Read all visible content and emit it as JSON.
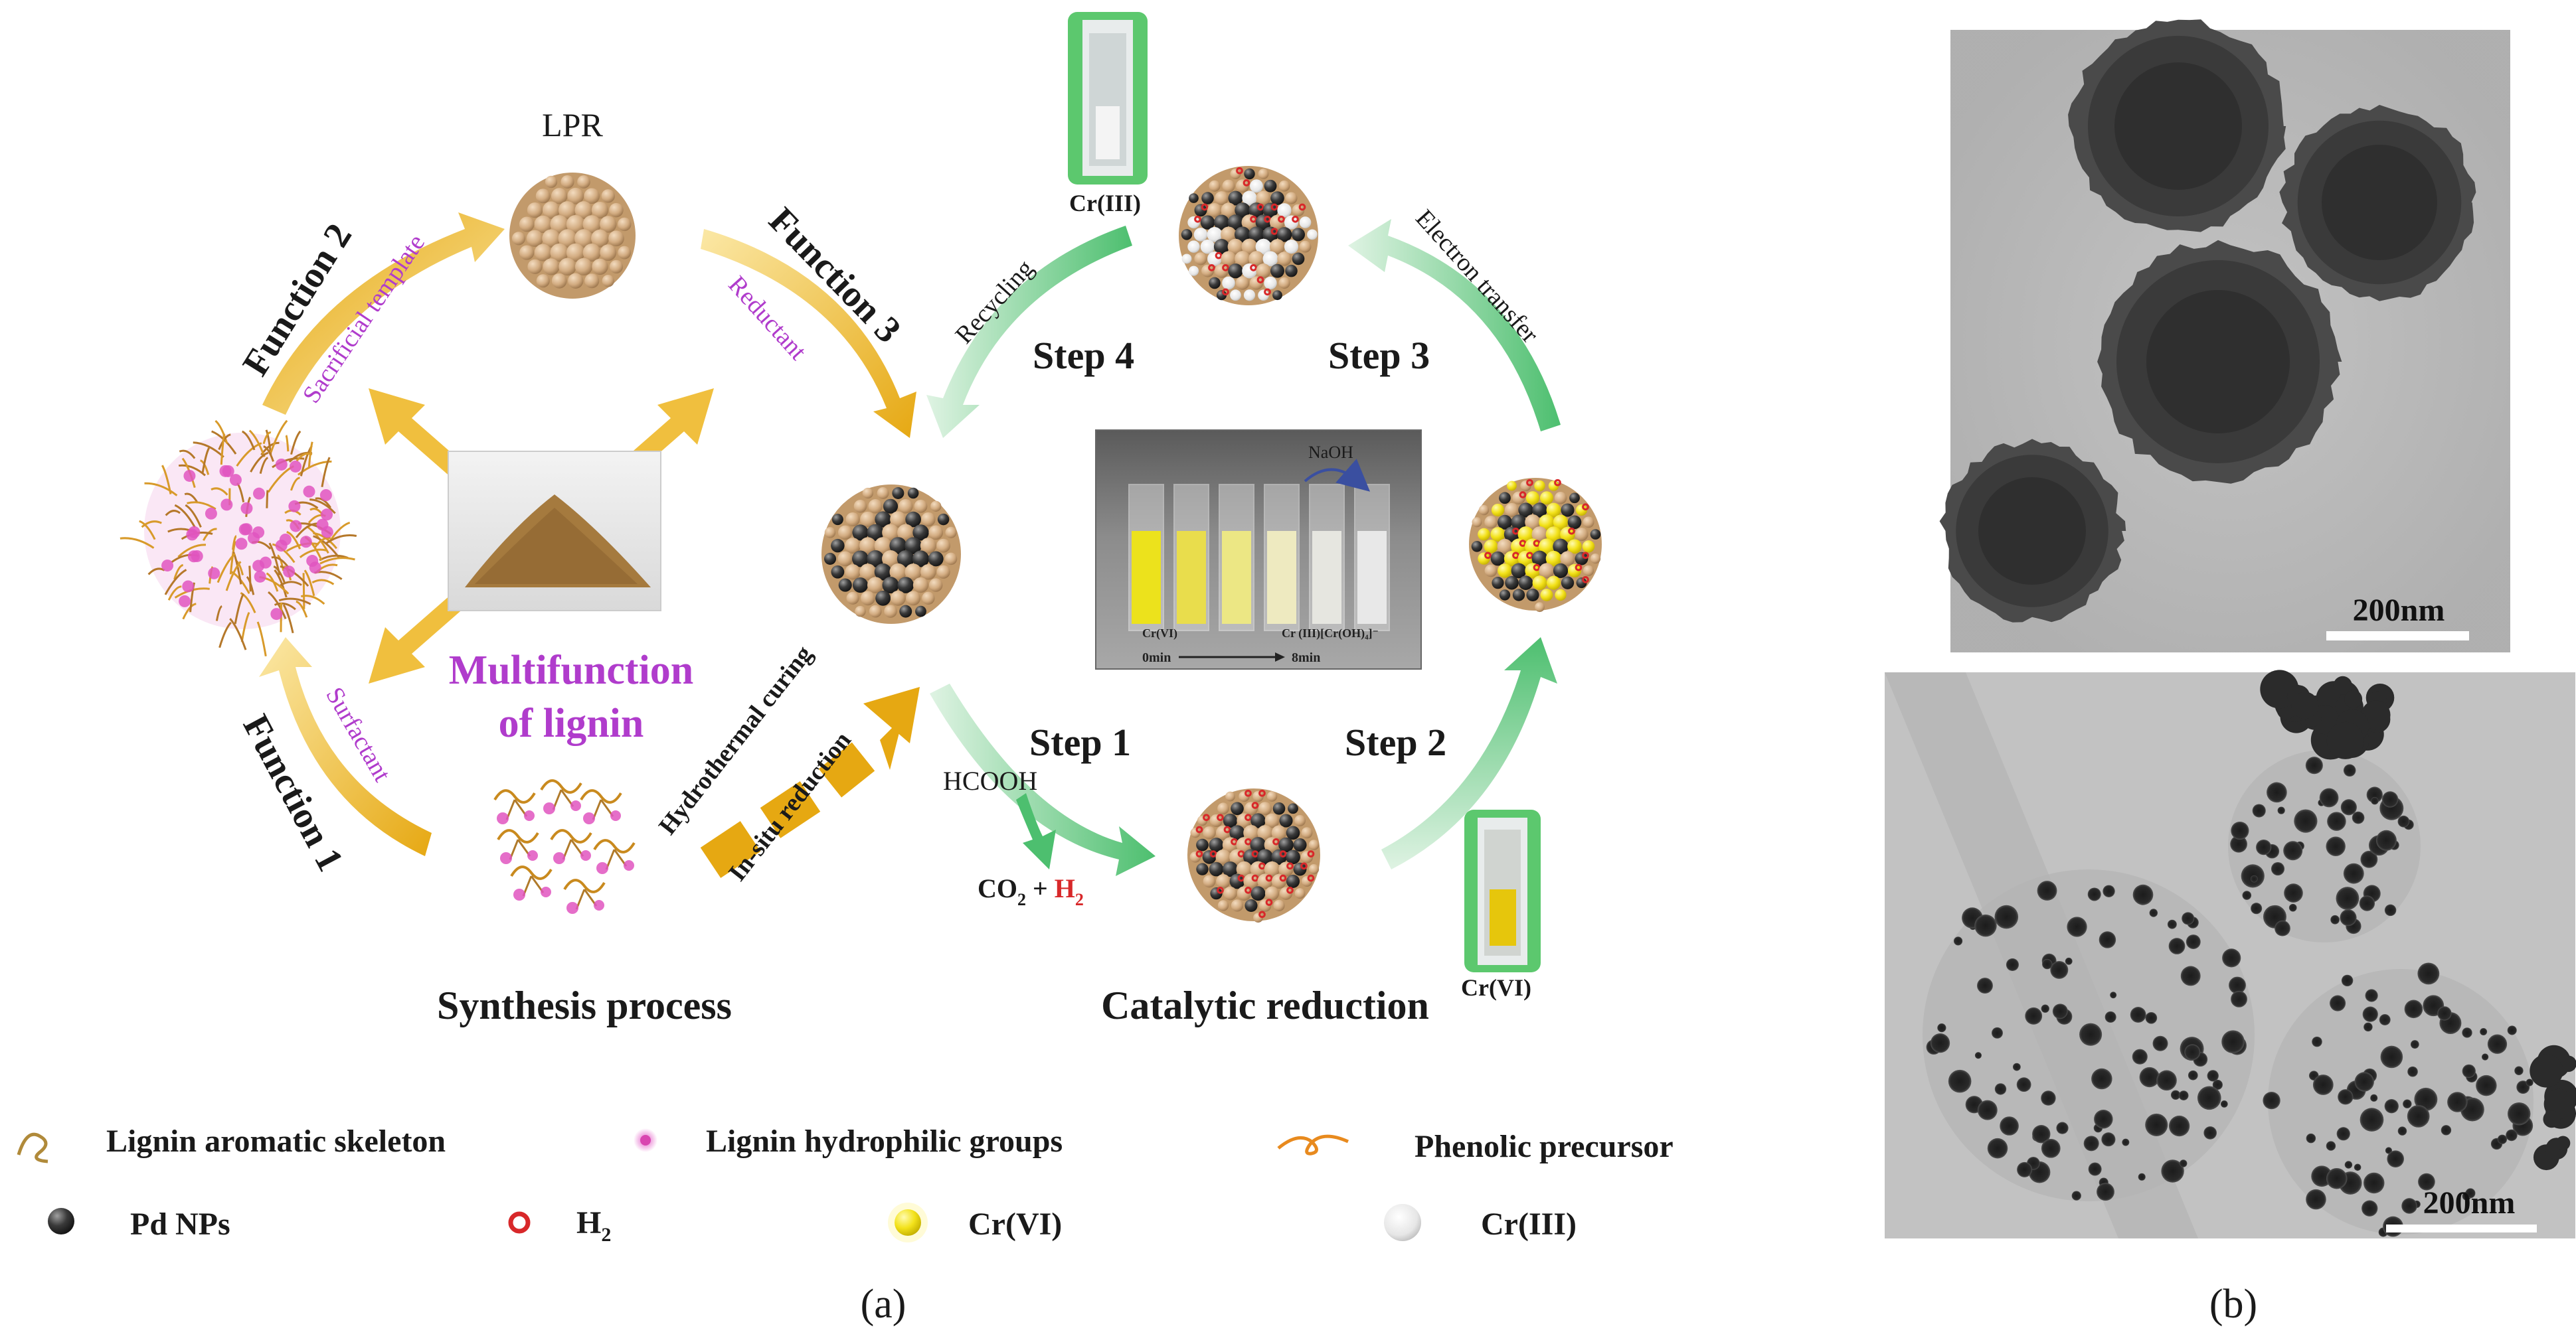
{
  "panel_a": {
    "label": "(a)",
    "center_title": [
      "Multifunction",
      "of  lignin"
    ],
    "lpr_label": "LPR",
    "function_labels": {
      "f1": "Function 1",
      "f1_sub": "Surfactant",
      "f2": "Function 2",
      "f2_sub": "Sacrificial template",
      "f3": "Function 3",
      "f3_sub": "Reductant"
    },
    "hydrothermal": [
      "Hydrothermal curing",
      "In-situ reduction"
    ],
    "hcooh": "HCOOH",
    "co2": "CO",
    "co2_sub": "2",
    "plus": " + ",
    "h2": "H",
    "h2_sub": "2",
    "steps": {
      "s1": "Step 1",
      "s2": "Step 2",
      "s3": "Step 3",
      "s4": "Step 4"
    },
    "recycling": "Recycling",
    "electron_transfer": "Electron transfer",
    "cr3_top": "Cr(III)",
    "cr6_bottom": "Cr(VI)",
    "section_titles": {
      "synthesis": "Synthesis process",
      "catalytic": "Catalytic reduction"
    },
    "photo_labels": {
      "naoh": "NaOH",
      "crvi": "Cr(VI)",
      "criii": "Cr (III)[Cr(OH)₄]⁻",
      "time_start": "0min",
      "time_end": "8min"
    }
  },
  "legend": [
    {
      "label": "Lignin aromatic skeleton",
      "icon": "skeleton-icon"
    },
    {
      "label": "Lignin hydrophilic groups",
      "icon": "hydrophilic-dot-icon"
    },
    {
      "label": "Phenolic precursor",
      "icon": "precursor-icon"
    },
    {
      "label": "Pd NPs",
      "icon": "pd-sphere-icon"
    },
    {
      "label": "H",
      "sub": "2",
      "icon": "h2-ring-icon"
    },
    {
      "label": "Cr(VI)",
      "icon": "cr6-sphere-icon"
    },
    {
      "label": "Cr(III)",
      "icon": "cr3-sphere-icon"
    }
  ],
  "panel_b": {
    "label": "(b)",
    "scale_top": "200nm",
    "scale_bottom": "200nm"
  },
  "colors": {
    "gold": "#e6a812",
    "green": "#5cc07a",
    "purple": "#b03ccc",
    "tan": "#d8b48c",
    "pd": "#333333",
    "h2": "#d8282a",
    "cr6": "#f4e31a"
  }
}
